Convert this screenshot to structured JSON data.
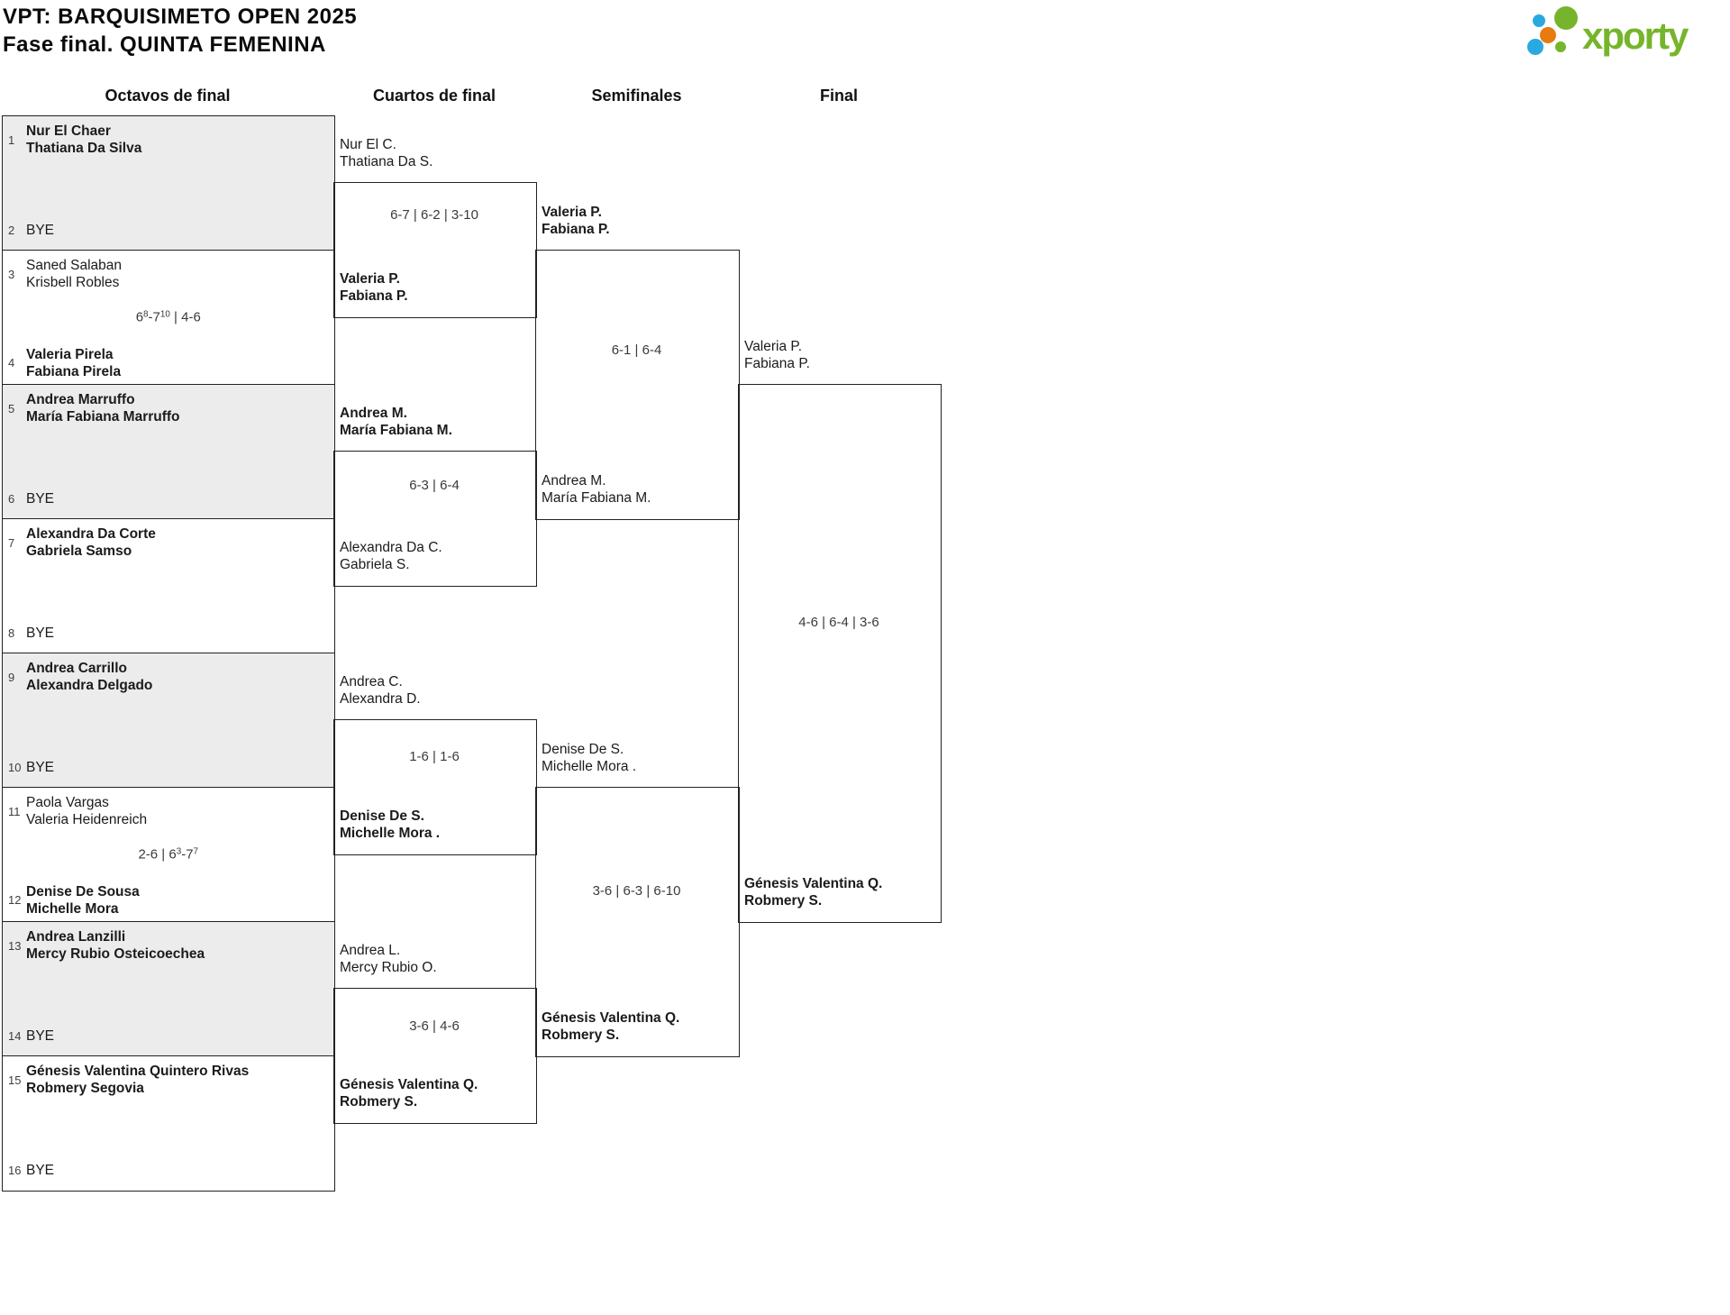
{
  "header": {
    "title_line1": "VPT: BARQUISIMETO OPEN 2025",
    "title_line2": "Fase final. QUINTA FEMENINA",
    "logo_text": "xporty"
  },
  "colors": {
    "brand_green": "#76b52b",
    "brand_blue": "#2aa9e0",
    "brand_orange": "#e87a10",
    "box_shade": "#ececec",
    "line": "#222222"
  },
  "rounds": [
    "Octavos de final",
    "Cuartos de final",
    "Semifinales",
    "Final"
  ],
  "bracket": {
    "octavos": [
      {
        "top_seed": "1",
        "top_lines": [
          "Nur El Chaer",
          "Thatiana Da Silva"
        ],
        "top_bold": true,
        "bottom_seed": "2",
        "bottom_lines": [
          "BYE"
        ],
        "bottom_bold": false
      },
      {
        "top_seed": "3",
        "top_lines": [
          "Saned Salaban",
          "Krisbell Robles"
        ],
        "top_bold": false,
        "score": "6^{8}-7^{10} | 4-6",
        "bottom_seed": "4",
        "bottom_lines": [
          "Valeria Pirela",
          "Fabiana Pirela"
        ],
        "bottom_bold": true
      },
      {
        "top_seed": "5",
        "top_lines": [
          "Andrea Marruffo",
          "María Fabiana Marruffo"
        ],
        "top_bold": true,
        "bottom_seed": "6",
        "bottom_lines": [
          "BYE"
        ],
        "bottom_bold": false
      },
      {
        "top_seed": "7",
        "top_lines": [
          "Alexandra Da Corte",
          "Gabriela Samso"
        ],
        "top_bold": true,
        "bottom_seed": "8",
        "bottom_lines": [
          "BYE"
        ],
        "bottom_bold": false
      },
      {
        "top_seed": "9",
        "top_lines": [
          "Andrea Carrillo",
          "Alexandra Delgado"
        ],
        "top_bold": true,
        "bottom_seed": "10",
        "bottom_lines": [
          "BYE"
        ],
        "bottom_bold": false
      },
      {
        "top_seed": "11",
        "top_lines": [
          "Paola Vargas",
          "Valeria Heidenreich"
        ],
        "top_bold": false,
        "score": "2-6 | 6^{3}-7^{7}",
        "bottom_seed": "12",
        "bottom_lines": [
          "Denise De Sousa",
          "Michelle Mora"
        ],
        "bottom_bold": true
      },
      {
        "top_seed": "13",
        "top_lines": [
          "Andrea Lanzilli",
          "Mercy Rubio Osteicoechea"
        ],
        "top_bold": true,
        "bottom_seed": "14",
        "bottom_lines": [
          "BYE"
        ],
        "bottom_bold": false
      },
      {
        "top_seed": "15",
        "top_lines": [
          "Génesis Valentina Quintero Rivas",
          "Robmery Segovia"
        ],
        "top_bold": true,
        "bottom_seed": "16",
        "bottom_lines": [
          "BYE"
        ],
        "bottom_bold": false
      }
    ],
    "cuartos": [
      {
        "top_lines": [
          "Nur El C.",
          "Thatiana Da S."
        ],
        "top_bold": false,
        "score": "6-7 | 6-2 | 3-10",
        "bottom_lines": [
          "Valeria P.",
          "Fabiana P."
        ],
        "bottom_bold": true
      },
      {
        "top_lines": [
          "Andrea M.",
          "María Fabiana M."
        ],
        "top_bold": true,
        "score": "6-3 | 6-4",
        "bottom_lines": [
          "Alexandra Da C.",
          "Gabriela S."
        ],
        "bottom_bold": false
      },
      {
        "top_lines": [
          "Andrea C.",
          "Alexandra D."
        ],
        "top_bold": false,
        "score": "1-6 | 1-6",
        "bottom_lines": [
          "Denise De S.",
          "Michelle Mora ."
        ],
        "bottom_bold": true
      },
      {
        "top_lines": [
          "Andrea L.",
          "Mercy Rubio O."
        ],
        "top_bold": false,
        "score": "3-6 | 4-6",
        "bottom_lines": [
          "Génesis Valentina Q.",
          "Robmery S."
        ],
        "bottom_bold": true
      }
    ],
    "semifinales": [
      {
        "top_lines": [
          "Valeria P.",
          "Fabiana P."
        ],
        "top_bold": true,
        "score": "6-1 | 6-4",
        "bottom_lines": [
          "Andrea M.",
          "María Fabiana M."
        ],
        "bottom_bold": false
      },
      {
        "top_lines": [
          "Denise De S.",
          "Michelle Mora ."
        ],
        "top_bold": false,
        "score": "3-6 | 6-3 | 6-10",
        "bottom_lines": [
          "Génesis Valentina Q.",
          "Robmery S."
        ],
        "bottom_bold": true
      }
    ],
    "final": {
      "top_lines": [
        "Valeria P.",
        "Fabiana P."
      ],
      "top_bold": false,
      "score": "4-6 | 6-4 | 3-6",
      "bottom_lines": [
        "Génesis Valentina Q.",
        "Robmery S."
      ],
      "bottom_bold": true
    }
  }
}
